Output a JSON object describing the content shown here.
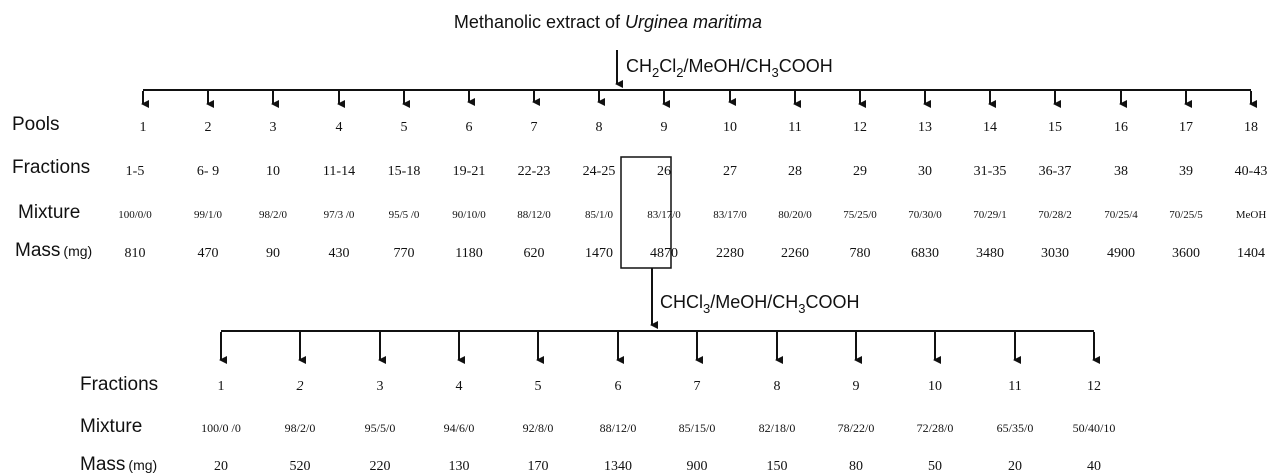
{
  "title": {
    "prefix": "Methanolic extract of ",
    "species": "Urginea maritima"
  },
  "stage1": {
    "solvent": {
      "parts": [
        "CH",
        "2",
        "Cl",
        "2",
        "/MeOH/CH",
        "3",
        "COOH"
      ]
    },
    "row_labels": {
      "pools": "Pools",
      "fractions": "Fractions",
      "mixture": "Mixture",
      "mass_main": "Mass",
      "mass_unit": "(mg)"
    },
    "columns": [
      {
        "pool": "1",
        "fraction": "1-5",
        "mixture": "100/0/0",
        "mass": "810"
      },
      {
        "pool": "2",
        "fraction": "6- 9",
        "mixture": "99/1/0",
        "mass": "470"
      },
      {
        "pool": "3",
        "fraction": "10",
        "mixture": "98/2/0",
        "mass": "90"
      },
      {
        "pool": "4",
        "fraction": "11-14",
        "mixture": "97/3 /0",
        "mass": "430"
      },
      {
        "pool": "5",
        "fraction": "15-18",
        "mixture": "95/5 /0",
        "mass": "770"
      },
      {
        "pool": "6",
        "fraction": "19-21",
        "mixture": "90/10/0",
        "mass": "1180"
      },
      {
        "pool": "7",
        "fraction": "22-23",
        "mixture": "88/12/0",
        "mass": "620"
      },
      {
        "pool": "8",
        "fraction": "24-25",
        "mixture": "85/1/0",
        "mass": "1470"
      },
      {
        "pool": "9",
        "fraction": "26",
        "mixture": "83/17/0",
        "mass": "4870"
      },
      {
        "pool": "10",
        "fraction": "27",
        "mixture": "83/17/0",
        "mass": "2280"
      },
      {
        "pool": "11",
        "fraction": "28",
        "mixture": "80/20/0",
        "mass": "2260"
      },
      {
        "pool": "12",
        "fraction": "29",
        "mixture": "75/25/0",
        "mass": "780"
      },
      {
        "pool": "13",
        "fraction": "30",
        "mixture": "70/30/0",
        "mass": "6830"
      },
      {
        "pool": "14",
        "fraction": "31-35",
        "mixture": "70/29/1",
        "mass": "3480"
      },
      {
        "pool": "15",
        "fraction": "36-37",
        "mixture": "70/28/2",
        "mass": "3030"
      },
      {
        "pool": "16",
        "fraction": "38",
        "mixture": "70/25/4",
        "mass": "4900"
      },
      {
        "pool": "17",
        "fraction": "39",
        "mixture": "70/25/5",
        "mass": "3600"
      },
      {
        "pool": "18",
        "fraction": "40-43",
        "mixture": "MeOH",
        "mass": "1404"
      }
    ]
  },
  "stage2": {
    "solvent": {
      "parts": [
        "CHCl",
        "3",
        "/MeOH/CH",
        "3",
        "COOH"
      ]
    },
    "row_labels": {
      "fractions": "Fractions",
      "mixture": "Mixture",
      "mass_main": "Mass",
      "mass_unit": "(mg)"
    },
    "columns": [
      {
        "fraction": "1",
        "mixture": "100/0 /0",
        "mass": "20"
      },
      {
        "fraction": "2",
        "mixture": "98/2/0",
        "mass": "520"
      },
      {
        "fraction": "3",
        "mixture": "95/5/0",
        "mass": "220"
      },
      {
        "fraction": "4",
        "mixture": "94/6/0",
        "mass": "130"
      },
      {
        "fraction": "5",
        "mixture": "92/8/0",
        "mass": "170"
      },
      {
        "fraction": "6",
        "mixture": "88/12/0",
        "mass": "1340"
      },
      {
        "fraction": "7",
        "mixture": "85/15/0",
        "mass": "900"
      },
      {
        "fraction": "8",
        "mixture": "82/18/0",
        "mass": "150"
      },
      {
        "fraction": "9",
        "mixture": "78/22/0",
        "mass": "80"
      },
      {
        "fraction": "10",
        "mixture": "72/28/0",
        "mass": "50"
      },
      {
        "fraction": "11",
        "mixture": "65/35/0",
        "mass": "20"
      },
      {
        "fraction": "12",
        "mixture": "50/40/10",
        "mass": "40"
      }
    ]
  }
}
